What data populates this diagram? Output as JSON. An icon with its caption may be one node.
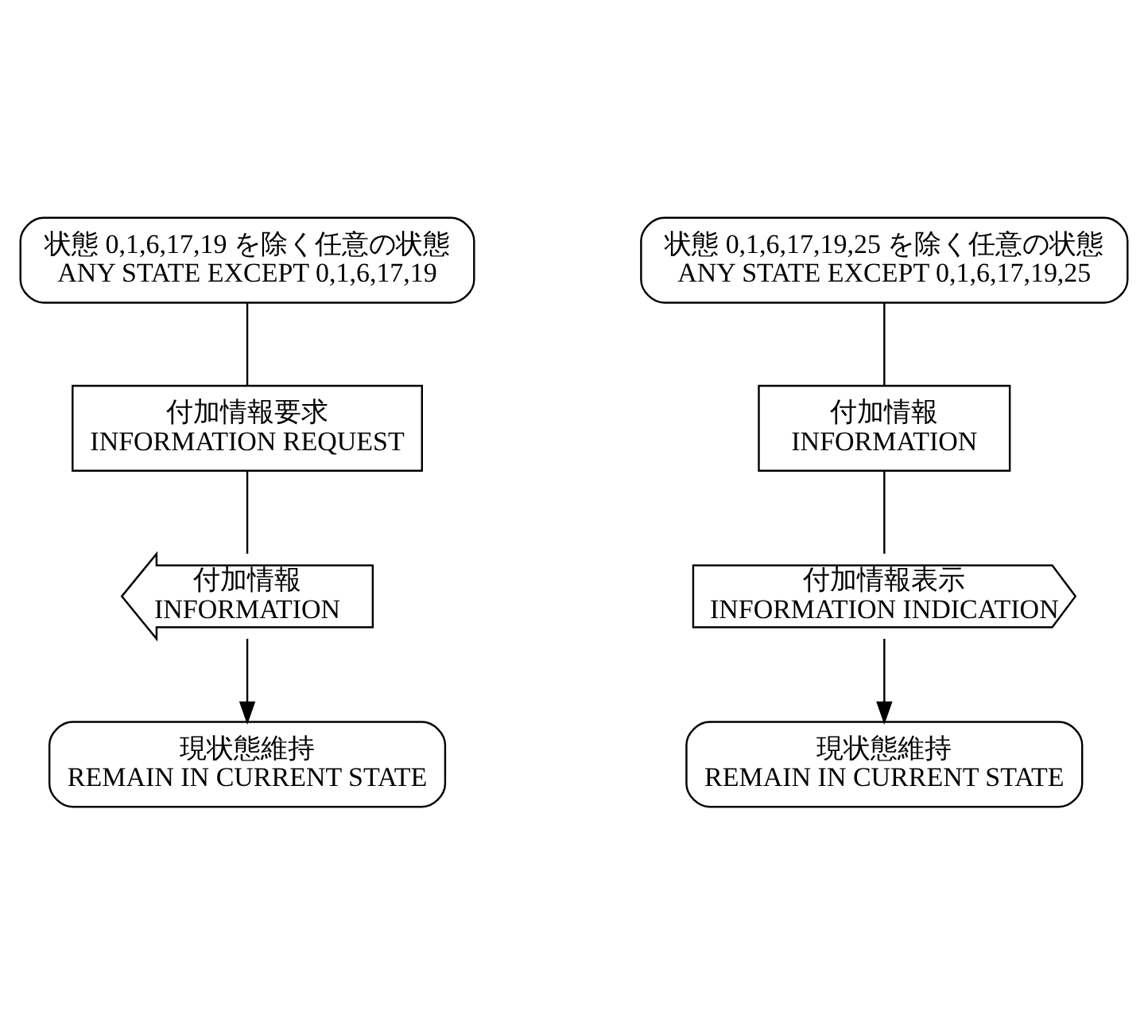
{
  "diagram": {
    "nodes": [
      {
        "text": [
          "状態 0,1,6,17,19 を除く任意の状態",
          "ANY STATE EXCEPT 0,1,6,17,19"
        ]
      },
      {
        "text": [
          "付加情報要求",
          "INFORMATION REQUEST"
        ]
      },
      {
        "text": [
          "付加情報",
          "INFORMATION"
        ]
      },
      {
        "text": [
          "現状態維持",
          "REMAIN IN CURRENT STATE"
        ]
      },
      {
        "text": [
          "状態 0,1,6,17,19,25 を除く任意の状態",
          "ANY STATE EXCEPT 0,1,6,17,19,25"
        ]
      },
      {
        "text": [
          "付加情報",
          "INFORMATION"
        ]
      },
      {
        "text": [
          "付加情報表示",
          "INFORMATION INDICATION"
        ]
      },
      {
        "text": [
          "現状態維持",
          "REMAIN IN CURRENT STATE"
        ]
      }
    ],
    "edges": [
      {
        "from": 0,
        "to": 1,
        "arrow": "none"
      },
      {
        "from": 1,
        "to": 2,
        "arrow": "none"
      },
      {
        "from": 2,
        "to": 3,
        "arrow": "to"
      },
      {
        "from": 4,
        "to": 5,
        "arrow": "none"
      },
      {
        "from": 5,
        "to": 6,
        "arrow": "none"
      },
      {
        "from": 6,
        "to": 7,
        "arrow": "to"
      }
    ]
  }
}
